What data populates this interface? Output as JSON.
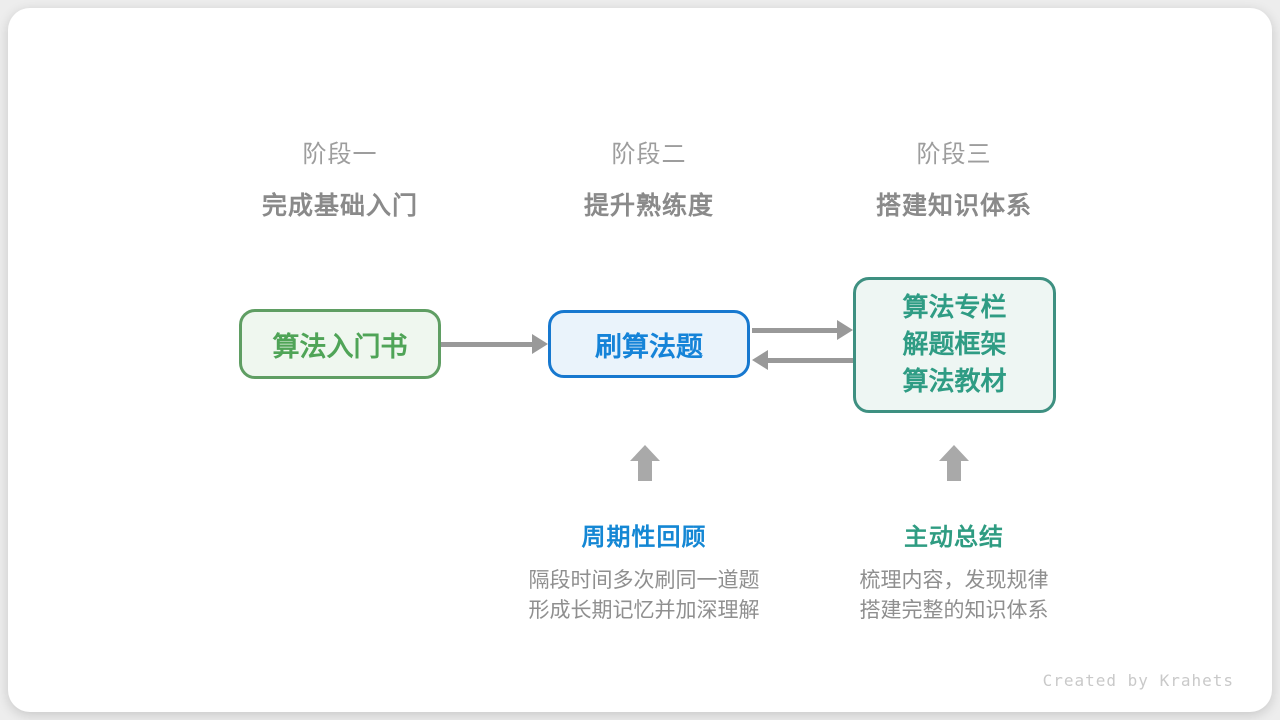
{
  "stages": [
    {
      "label": "阶段一",
      "subtitle": "完成基础入门"
    },
    {
      "label": "阶段二",
      "subtitle": "提升熟练度"
    },
    {
      "label": "阶段三",
      "subtitle": "搭建知识体系"
    }
  ],
  "nodes": [
    {
      "id": "intro-book",
      "lines": [
        "算法入门书"
      ],
      "border_color": "#5f9e63",
      "fill_color": "#eff7ef",
      "text_color": "#4fa457"
    },
    {
      "id": "practice-problems",
      "lines": [
        "刷算法题"
      ],
      "border_color": "#1778cf",
      "fill_color": "#eaf3fb",
      "text_color": "#1583d8"
    },
    {
      "id": "knowledge-resources",
      "lines": [
        "算法专栏",
        "解题框架",
        "算法教材"
      ],
      "border_color": "#3e9081",
      "fill_color": "#eef6f3",
      "text_color": "#2f9c84"
    }
  ],
  "arrows": {
    "book_to_practice": {
      "icon": "arrow-right-icon",
      "color": "#999999"
    },
    "practice_to_resources": {
      "icon": "arrow-right-icon",
      "color": "#999999"
    },
    "resources_to_practice": {
      "icon": "arrow-left-icon",
      "color": "#999999"
    },
    "review_up": {
      "icon": "arrow-up-icon",
      "color": "#a9a9a9"
    },
    "summary_up": {
      "icon": "arrow-up-icon",
      "color": "#a9a9a9"
    }
  },
  "annotations": [
    {
      "title": "周期性回顾",
      "title_color": "#1487d4",
      "desc_lines": [
        "隔段时间多次刷同一道题",
        "形成长期记忆并加深理解"
      ]
    },
    {
      "title": "主动总结",
      "title_color": "#2f9c82",
      "desc_lines": [
        "梳理内容，发现规律",
        "搭建完整的知识体系"
      ]
    }
  ],
  "footer": {
    "credit": "Created by Krahets"
  }
}
